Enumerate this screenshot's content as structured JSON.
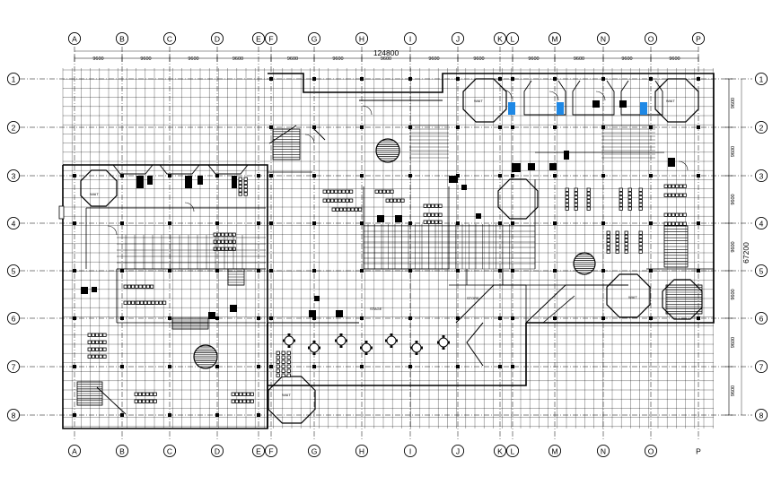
{
  "columns": [
    "A",
    "B",
    "C",
    "D",
    "E",
    "F",
    "G",
    "H",
    "I",
    "J",
    "K",
    "L",
    "M",
    "N",
    "O",
    "P"
  ],
  "rows": [
    "1",
    "2",
    "3",
    "4",
    "5",
    "6",
    "7",
    "8"
  ],
  "top_spans": [
    "9600",
    "9600",
    "9600",
    "9600",
    "9600",
    "9600",
    "9600",
    "9600",
    "9600",
    "9600",
    "9600",
    "9600",
    "9600"
  ],
  "total_width": "124800",
  "right_spans": [
    "9600",
    "9600",
    "9600",
    "9600",
    "9600",
    "9600",
    "9600"
  ],
  "total_height": "67200",
  "room_labels": [
    "WAIT",
    "WAIT",
    "WAIT",
    "WAIT",
    "WAIT",
    "STAGE",
    "STORE"
  ],
  "colors": {
    "ink": "#000000",
    "grid": "#000000",
    "glass": "#1e88e5",
    "paper": "#ffffff"
  }
}
